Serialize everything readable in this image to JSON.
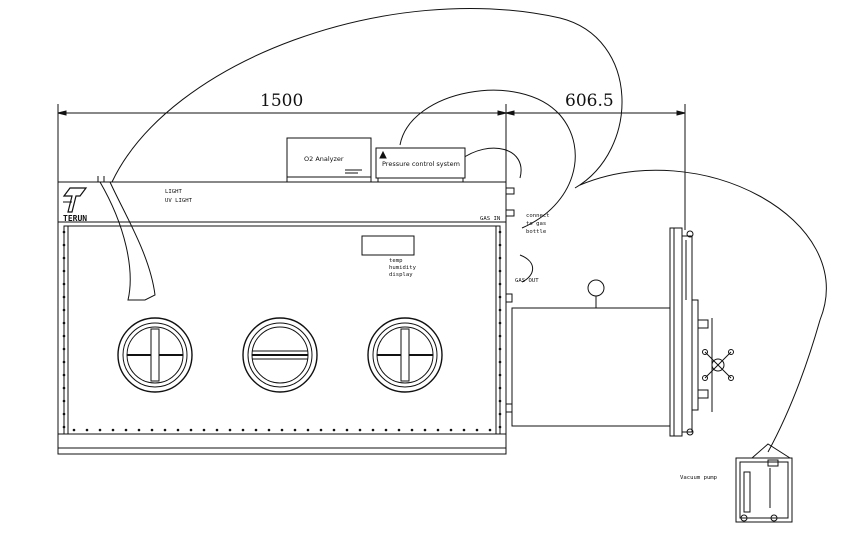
{
  "dimensions": {
    "width_label": "1500",
    "depth_label": "606.5"
  },
  "modules": {
    "o2_analyzer": "O2  Analyzer",
    "pressure_control": "Pressure control system",
    "brand": "TERUN"
  },
  "labels": {
    "light": "LIGHT",
    "uv_light": "UV LIGHT",
    "gas_in": "GAS IN",
    "gas_out": "GAS OUT",
    "connect_1": "connect",
    "connect_2": "to gas",
    "connect_3": "bottle",
    "display_1": "temp",
    "display_2": "humidity",
    "display_3": "display",
    "vacuum_pump": "Vacuum pump"
  }
}
